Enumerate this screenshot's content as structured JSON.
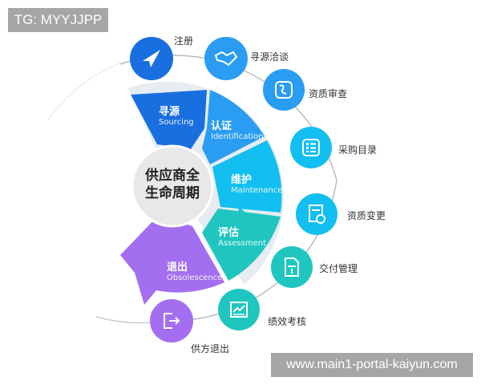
{
  "watermark_top": "TG: MYYJJPP",
  "watermark_bottom": "www.main1-portal-kaiyun.com",
  "center": {
    "line1": "供应商全",
    "line2": "生命周期"
  },
  "segments": [
    {
      "zh": "寻源",
      "en": "Sourcing",
      "color": "#1a6fe0"
    },
    {
      "zh": "认证",
      "en": "Identification",
      "color": "#2a9df2"
    },
    {
      "zh": "维护",
      "en": "Maintenance",
      "color": "#12bff0"
    },
    {
      "zh": "评估",
      "en": "Assessment",
      "color": "#1fc6c0"
    },
    {
      "zh": "退出",
      "en": "Obsolescence",
      "color": "#a46ef0"
    }
  ],
  "steps": [
    {
      "label": "注册",
      "icon": "paper-plane-icon",
      "color": "#1a6fe0"
    },
    {
      "label": "寻源洽谈",
      "icon": "handshake-icon",
      "color": "#2a9df2"
    },
    {
      "label": "资质审查",
      "icon": "document-review-icon",
      "color": "#2a9df2"
    },
    {
      "label": "采购目录",
      "icon": "list-icon",
      "color": "#12bff0"
    },
    {
      "label": "资质变更",
      "icon": "document-refresh-icon",
      "color": "#12bff0"
    },
    {
      "label": "交付管理",
      "icon": "file-upload-icon",
      "color": "#1fc6c0"
    },
    {
      "label": "绩效考核",
      "icon": "trend-chart-icon",
      "color": "#1fc6c0"
    },
    {
      "label": "供方退出",
      "icon": "exit-icon",
      "color": "#a46ef0"
    }
  ]
}
